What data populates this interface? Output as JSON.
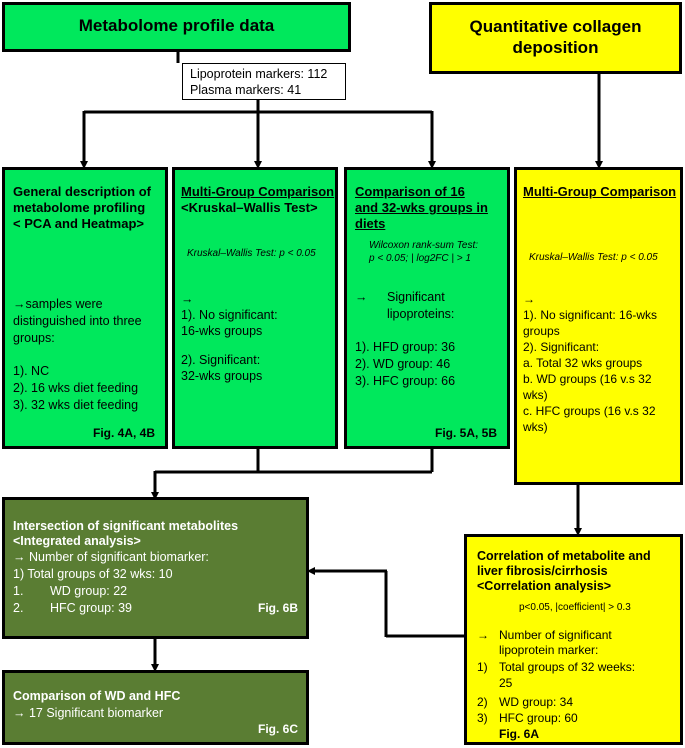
{
  "top_left": {
    "title": "Metabolome profile data"
  },
  "top_right": {
    "title_line1": "Quantitative collagen",
    "title_line2": "deposition"
  },
  "markers": {
    "line1": "Lipoprotein markers: 112",
    "line2": "Plasma markers: 41"
  },
  "box1": {
    "title_line1": "General description of",
    "title_line2": "metabolome profiling",
    "title_line3": "< PCA and Heatmap>",
    "body_line1": "→samples were",
    "body_line2": "distinguished into three",
    "body_line3": "groups:",
    "item1": "1). NC",
    "item2": "2). 16 wks diet feeding",
    "item3": "3). 32 wks diet feeding",
    "fig": "Fig. 4A, 4B"
  },
  "box2": {
    "title_line1": "Multi-Group Comparison",
    "title_line2": "<Kruskal–Wallis Test>",
    "test": "Kruskal–Wallis Test: p < 0.05",
    "arrow": "→",
    "line1": "1). No significant:",
    "line2": "16-wks groups",
    "line3": "2). Significant:",
    "line4": "32-wks groups"
  },
  "box3": {
    "title_line1": "Comparison of 16",
    "title_line2": "and 32-wks groups in",
    "title_line3": "diets",
    "test_line1": "Wilcoxon rank-sum Test:",
    "test_line2": "p < 0.05; | log2FC | > 1",
    "arrow": "→",
    "sig_line1": "Significant",
    "sig_line2": "lipoproteins:",
    "item1": "1). HFD group: 36",
    "item2": "2). WD group: 46",
    "item3": "3). HFC group: 66",
    "fig": "Fig. 5A, 5B"
  },
  "box4": {
    "title": "Multi-Group Comparison",
    "test": "Kruskal–Wallis Test: p < 0.05",
    "arrow": "→",
    "line1": "1). No significant: 16-wks",
    "line2": "groups",
    "line3": "2). Significant:",
    "line4": "a. Total 32 wks groups",
    "line5": "b. WD groups (16 v.s 32",
    "line6": "wks)",
    "line7": "c. HFC groups (16 v.s 32",
    "line8": "wks)"
  },
  "box5": {
    "title_line1": "Intersection of significant metabolites",
    "title_line2": "<Integrated analysis>",
    "line1": "→ Number of significant biomarker:",
    "line2": "1) Total groups of 32 wks: 10",
    "item1_num": "1.",
    "item1_text": "WD group: 22",
    "item2_num": "2.",
    "item2_text": "HFC group: 39",
    "fig": "Fig. 6B"
  },
  "box6": {
    "title": "Comparison of WD and HFC",
    "line1": "→ 17 Significant biomarker",
    "fig": "Fig. 6C"
  },
  "box7": {
    "title_line1": "Correlation of metabolite and",
    "title_line2": "liver fibrosis/cirrhosis",
    "title_line3": "<Correlation analysis>",
    "test": "p<0.05, |coefficient| > 0.3",
    "arrow": "→",
    "line1": "Number of significant",
    "line2": "lipoprotein marker:",
    "item1_num": "1)",
    "item1_text": "Total groups of 32 weeks:",
    "item1_val": "25",
    "item2_num": "2)",
    "item2_text": "WD group: 34",
    "item3_num": "3)",
    "item3_text": "HFC group: 60",
    "fig": "Fig. 6A"
  }
}
